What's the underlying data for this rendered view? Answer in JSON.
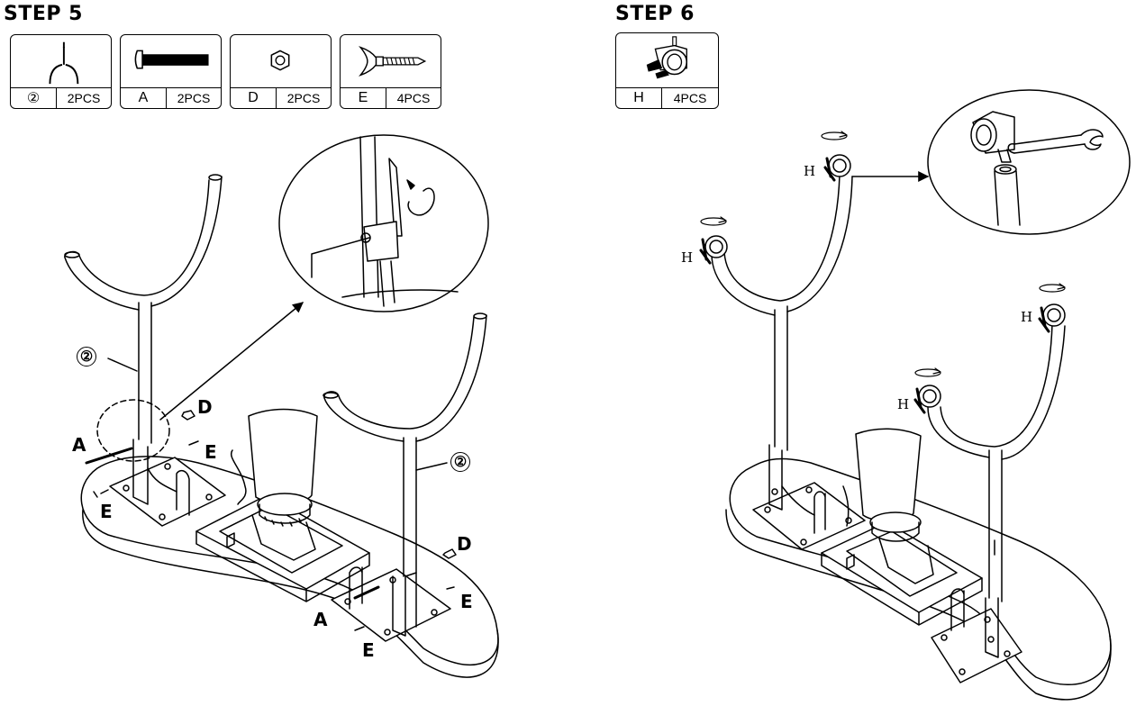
{
  "step5": {
    "title": "STEP 5",
    "parts": [
      {
        "code": "②",
        "qty": "2PCS",
        "icon": "bracket-icon"
      },
      {
        "code": "A",
        "qty": "2PCS",
        "icon": "bolt-icon"
      },
      {
        "code": "D",
        "qty": "2PCS",
        "icon": "hex-nut-icon"
      },
      {
        "code": "E",
        "qty": "4PCS",
        "icon": "wing-screw-icon"
      }
    ],
    "callouts": {
      "frame": "②",
      "bolt": "A",
      "nut": "D",
      "wing": "E"
    }
  },
  "step6": {
    "title": "STEP 6",
    "parts": [
      {
        "code": "H",
        "qty": "4PCS",
        "icon": "caster-wheel-icon"
      }
    ],
    "callouts": {
      "caster": "H"
    }
  },
  "colors": {
    "line": "#000000",
    "background": "#ffffff"
  }
}
